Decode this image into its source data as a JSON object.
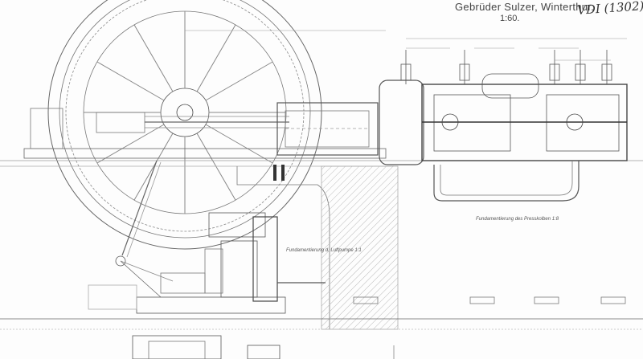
{
  "title_block": {
    "maker": "Gebrüder Sulzer, Winterthur.",
    "scale": "1:60.",
    "archive_ref": "VDI (1302)"
  },
  "annotations": {
    "air_pump_note": "Fundamentierung d. Luftpumpe 1:1",
    "compressor_note": "Fundamentierung des Presskolben 1:8"
  }
}
